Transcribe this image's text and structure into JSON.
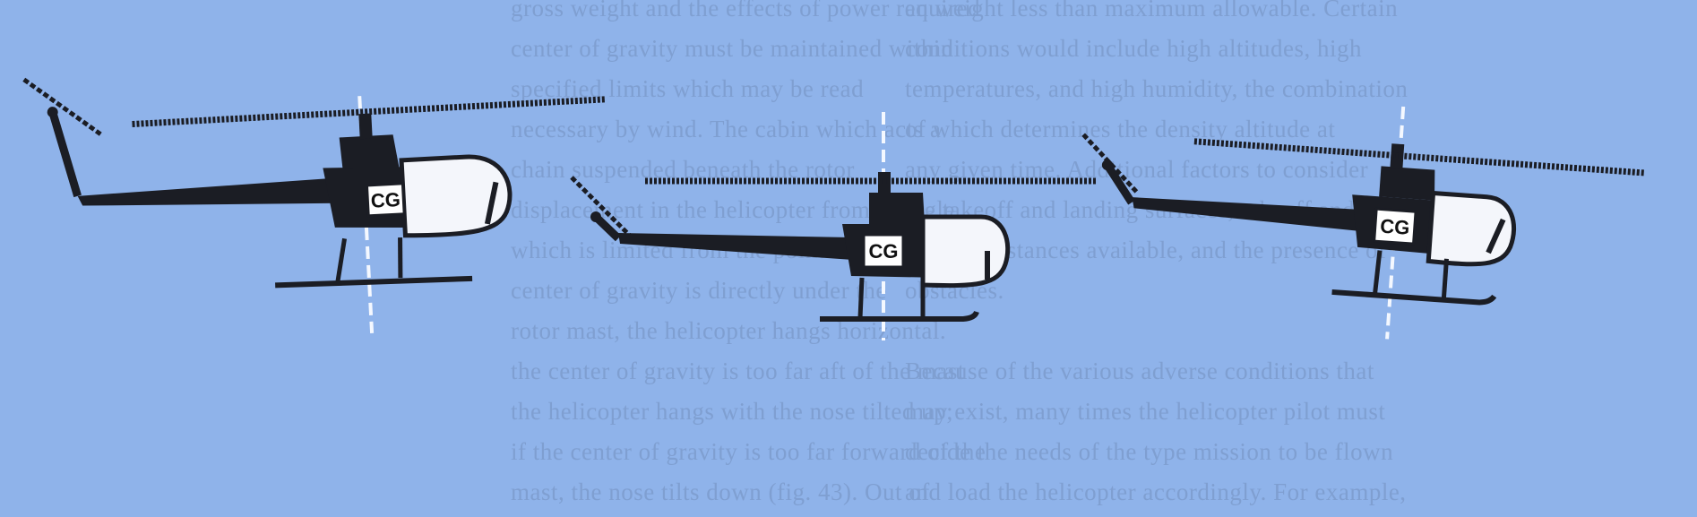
{
  "figure": {
    "heli_color": "#1b1d24",
    "cabin_color": "#f4f6fb",
    "cg_line_color": "#f4f8ff",
    "background": "#8fb3ea",
    "helicopters": [
      {
        "label": "CG",
        "attitude": "nose-high"
      },
      {
        "label": "CG",
        "attitude": "level"
      },
      {
        "label": "CG",
        "attitude": "nose-low"
      }
    ]
  },
  "background_text": {
    "color": "#7f9fd1",
    "column_left": [
      "gross weight and the effects of power required",
      "center of gravity must be maintained within",
      "specified limits which may be read",
      "necessary by wind. The cabin which acts a",
      "chain suspended beneath the rotor",
      "displacement in the helicopter from a single",
      "which is limited from the point of support.",
      "center of gravity is directly under the",
      "rotor mast, the helicopter hangs horizontal.",
      "the center of gravity is too far aft of the mast",
      "the helicopter hangs with the nose tilted up;",
      "if the center of gravity is too far forward of the",
      "mast, the nose tilts down (fig. 43). Out of"
    ],
    "column_right": [
      "an weight less than maximum allowable. Certain",
      "conditions would include high altitudes, high",
      "temperatures, and high humidity, the combination",
      "of which determines the density altitude at",
      "any given time. Additional factors to consider",
      "are takeoff and landing surfaces, takeoff and",
      "landing distances available, and the presence of",
      "obstacles.",
      "",
      "Because of the various adverse conditions that",
      "may exist, many times the helicopter pilot must",
      "decide the needs of the type mission to be flown",
      "and load the helicopter accordingly. For example,"
    ]
  }
}
